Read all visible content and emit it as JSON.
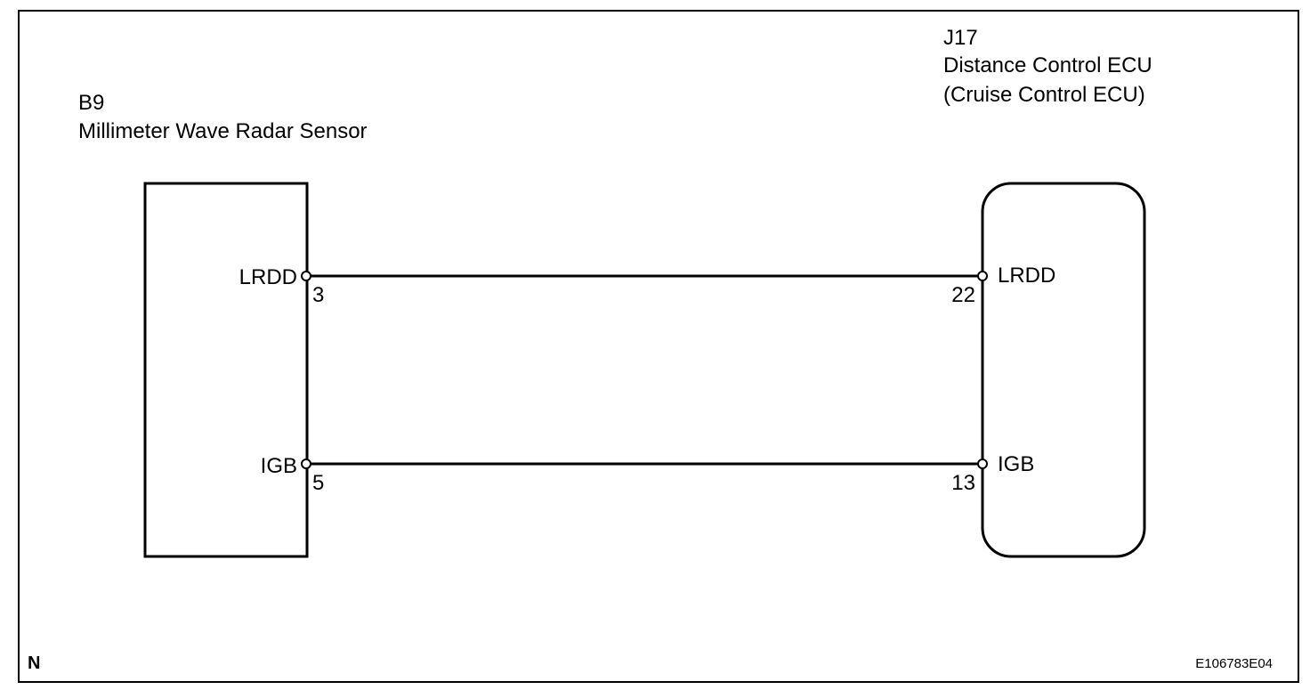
{
  "left_component": {
    "code": "B9",
    "name": "Millimeter Wave Radar Sensor",
    "pins": [
      {
        "signal": "LRDD",
        "number": "3"
      },
      {
        "signal": "IGB",
        "number": "5"
      }
    ]
  },
  "right_component": {
    "code": "J17",
    "name": "Distance Control ECU",
    "alt_name": "(Cruise Control ECU)",
    "pins": [
      {
        "signal": "LRDD",
        "number": "22"
      },
      {
        "signal": "IGB",
        "number": "13"
      }
    ]
  },
  "footer": {
    "corner_mark": "N",
    "figure_id": "E106783E04"
  }
}
